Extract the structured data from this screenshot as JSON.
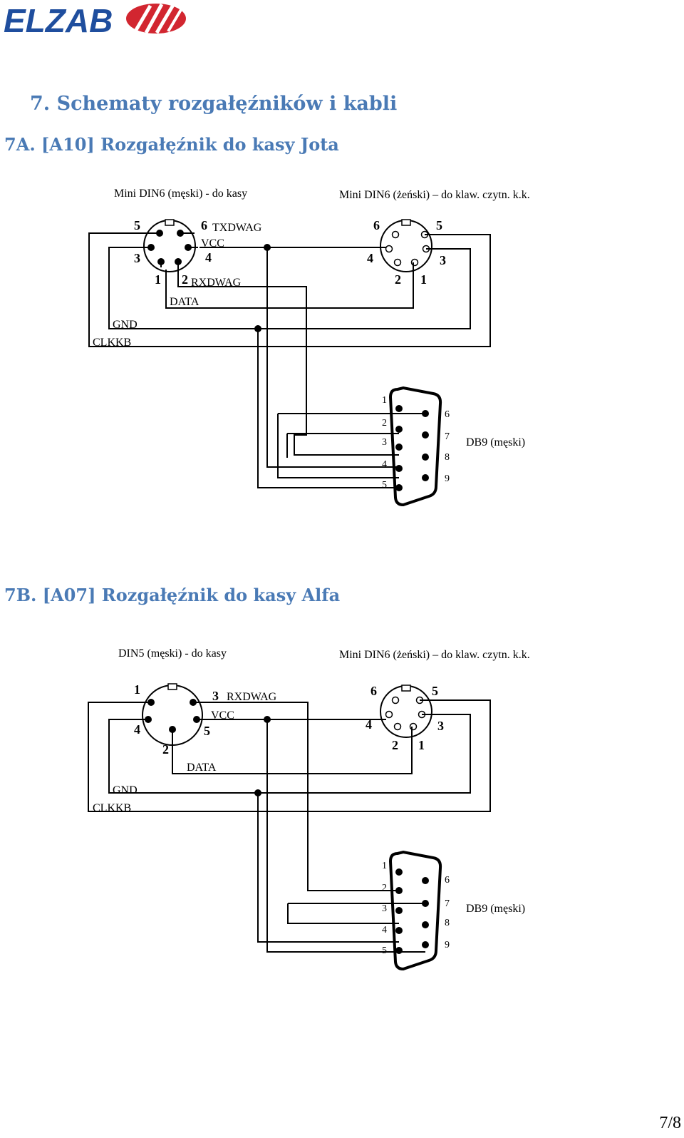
{
  "header": {
    "logo_text": "ELZAB",
    "logo_color": "#1f4e9e",
    "logo_accent_color": "#d22630"
  },
  "section_title": "7.  Schematy rozgałęźników i kabli",
  "subsection_a": {
    "title": "7A. [A10] Rozgałęźnik do kasy Jota",
    "left_connector_caption": "Mini DIN6 (męski) - do kasy",
    "right_connector_caption": "Mini DIN6 (żeński) – do klaw. czytn. k.k.",
    "left_pins": [
      "5",
      "6",
      "3",
      "4",
      "1",
      "2"
    ],
    "signals": [
      "TXDWAG",
      "VCC",
      "RXDWAG",
      "DATA",
      "GND",
      "CLKKB"
    ],
    "right_pins": [
      "6",
      "5",
      "4",
      "3",
      "2",
      "1"
    ],
    "db9_left_pins": [
      "1",
      "2",
      "3",
      "4",
      "5"
    ],
    "db9_right_pins": [
      "6",
      "7",
      "8",
      "9"
    ],
    "db9_caption": "DB9 (męski)"
  },
  "subsection_b": {
    "title": "7B. [A07] Rozgałęźnik do kasy Alfa",
    "left_connector_caption": "DIN5 (męski) - do kasy",
    "right_connector_caption": "Mini DIN6 (żeński) – do klaw. czytn. k.k.",
    "left_pins": [
      "1",
      "3",
      "4",
      "5",
      "2"
    ],
    "signals": [
      "RXDWAG",
      "VCC",
      "DATA",
      "GND",
      "CLKKB"
    ],
    "right_pins": [
      "6",
      "5",
      "4",
      "3",
      "2",
      "1"
    ],
    "db9_left_pins": [
      "1",
      "2",
      "3",
      "4",
      "5"
    ],
    "db9_right_pins": [
      "6",
      "7",
      "8",
      "9"
    ],
    "db9_caption": "DB9 (męski)"
  },
  "footer": {
    "page_number": "7/8"
  }
}
